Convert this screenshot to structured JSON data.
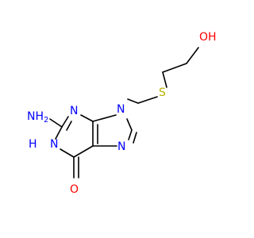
{
  "molecule": {
    "atoms": {
      "amino": {
        "text": "NH",
        "sub": "2",
        "color": "#0000ff"
      },
      "n_ring_top": {
        "text": "N",
        "color": "#0000ff"
      },
      "n9": {
        "text": "N",
        "color": "#0000ff"
      },
      "n7": {
        "text": "N",
        "color": "#0000ff"
      },
      "n1": {
        "text": "N",
        "color": "#0000ff"
      },
      "n1_h": {
        "text": "H",
        "color": "#0000ff"
      },
      "sulfur": {
        "text": "S",
        "color": "#b8b000"
      },
      "hydroxyl": {
        "text": "OH",
        "color": "#ff0000"
      },
      "carbonyl_o": {
        "text": "O",
        "color": "#ff0000"
      }
    }
  }
}
